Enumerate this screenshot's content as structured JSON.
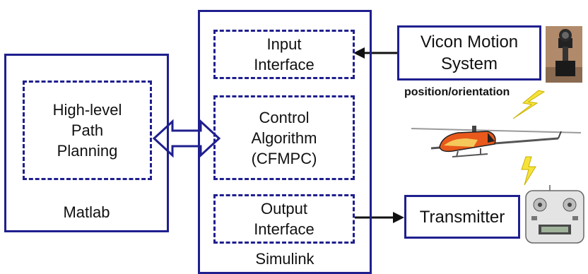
{
  "matlab": {
    "label": "Matlab",
    "planning_lines": [
      "High-level",
      "Path",
      "Planning"
    ]
  },
  "simulink": {
    "label": "Simulink",
    "input_lines": [
      "Input",
      "Interface"
    ],
    "control_lines": [
      "Control",
      "Algorithm",
      "(CFMPC)"
    ],
    "output_lines": [
      "Output",
      "Interface"
    ]
  },
  "vicon": {
    "lines": [
      "Vicon Motion",
      "System"
    ]
  },
  "position_label": "position/orientation",
  "transmitter": {
    "label": "Transmitter"
  },
  "colors": {
    "box_border": "#1f1f8f",
    "lightning": "#f5e23a",
    "arrow": "#111111"
  }
}
